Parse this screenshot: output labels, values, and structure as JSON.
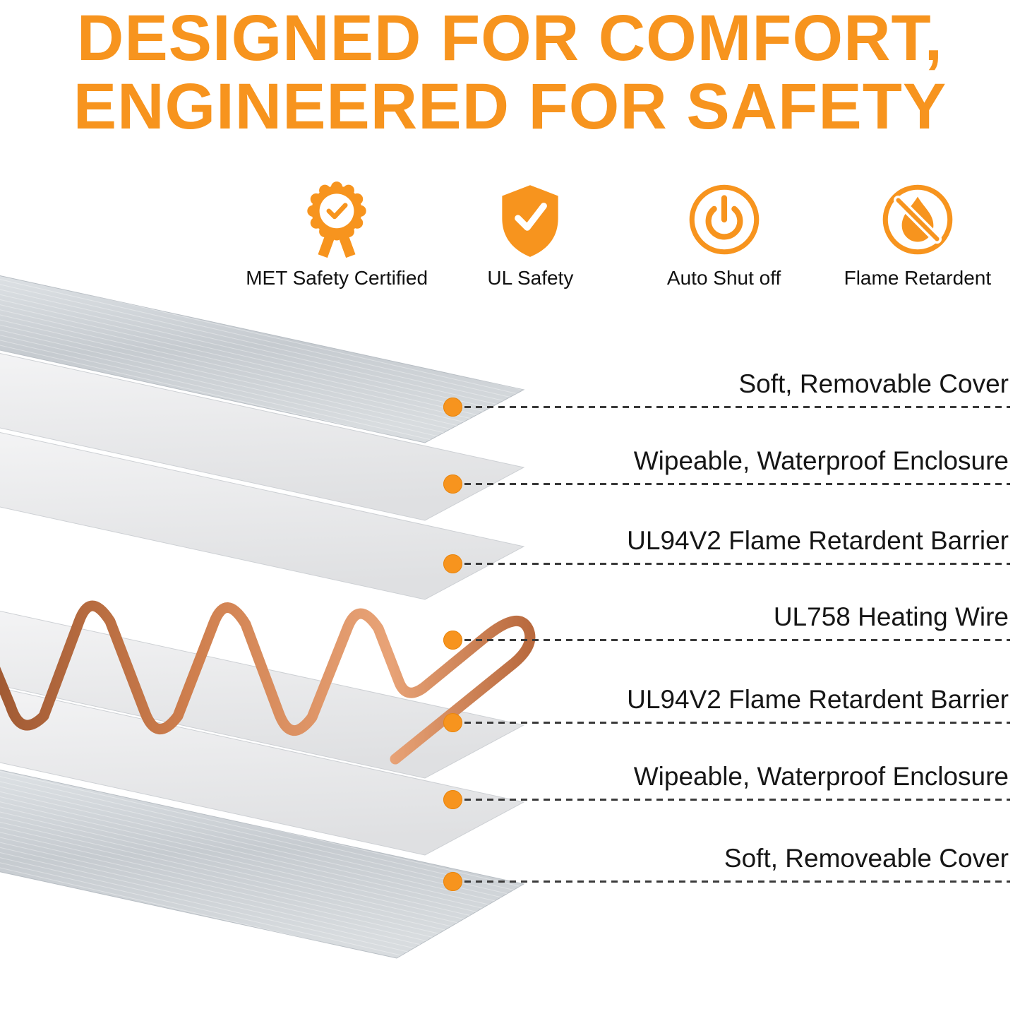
{
  "colors": {
    "accent": "#F7941E",
    "copper": "#c77b4f",
    "label_text": "#161616"
  },
  "header": {
    "line1": "DESIGNED FOR COMFORT,",
    "line2": "ENGINEERED FOR SAFETY"
  },
  "features": [
    {
      "icon": "met-certified-badge-icon",
      "label": "MET Safety Certified"
    },
    {
      "icon": "shield-check-icon",
      "label": "UL Safety"
    },
    {
      "icon": "power-button-icon",
      "label": "Auto Shut off"
    },
    {
      "icon": "no-flame-icon",
      "label": "Flame Retardent"
    }
  ],
  "layers": [
    {
      "label": "Soft, Removable Cover"
    },
    {
      "label": "Wipeable, Waterproof Enclosure"
    },
    {
      "label": "UL94V2 Flame Retardent Barrier"
    },
    {
      "label": "UL758 Heating Wire"
    },
    {
      "label": "UL94V2 Flame Retardent Barrier"
    },
    {
      "label": "Wipeable, Waterproof Enclosure"
    },
    {
      "label": "Soft, Removeable Cover"
    }
  ]
}
